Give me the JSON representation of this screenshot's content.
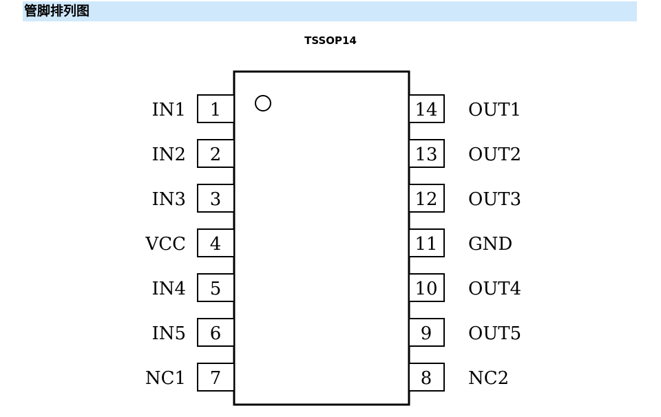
{
  "header": {
    "title": "管脚排列图"
  },
  "package": {
    "name": "TSSOP14"
  },
  "pins_left": [
    {
      "number": "1",
      "label": "IN1"
    },
    {
      "number": "2",
      "label": "IN2"
    },
    {
      "number": "3",
      "label": "IN3"
    },
    {
      "number": "4",
      "label": "VCC"
    },
    {
      "number": "5",
      "label": "IN4"
    },
    {
      "number": "6",
      "label": "IN5"
    },
    {
      "number": "7",
      "label": "NC1"
    }
  ],
  "pins_right": [
    {
      "number": "14",
      "label": "OUT1"
    },
    {
      "number": "13",
      "label": "OUT2"
    },
    {
      "number": "12",
      "label": "OUT3"
    },
    {
      "number": "11",
      "label": "GND"
    },
    {
      "number": "10",
      "label": "OUT4"
    },
    {
      "number": "9",
      "label": "OUT5"
    },
    {
      "number": "8",
      "label": "NC2"
    }
  ]
}
